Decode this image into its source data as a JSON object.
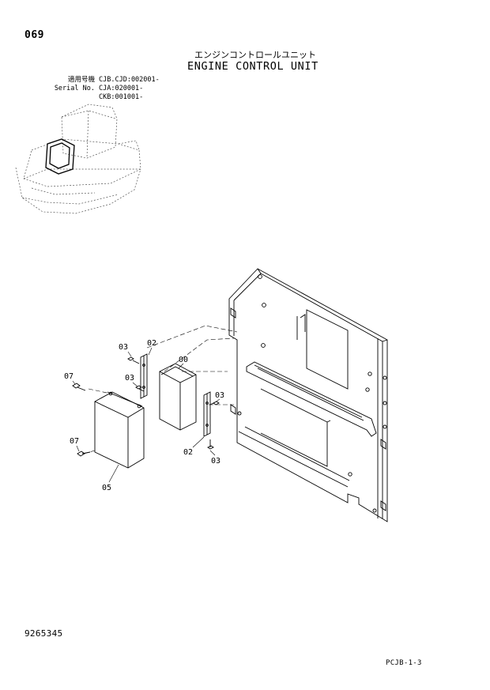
{
  "header": {
    "page_number": "069",
    "title_jp": "エンジンコントロールユニット",
    "title_en": "ENGINE CONTROL UNIT"
  },
  "serial": {
    "rows": [
      {
        "label": "適用号機",
        "value": "CJB.CJD:002001-"
      },
      {
        "label": "Serial No.",
        "value": "CJA:020001-"
      },
      {
        "label": "",
        "value": "CKB:001001-"
      }
    ]
  },
  "callouts": {
    "c00": "00",
    "c02a": "02",
    "c02b": "02",
    "c03a": "03",
    "c03b": "03",
    "c03c": "03",
    "c03d": "03",
    "c05": "05",
    "c07a": "07",
    "c07b": "07"
  },
  "footer": {
    "doc_code": "9265345",
    "page_code": "PCJB-1-3"
  }
}
